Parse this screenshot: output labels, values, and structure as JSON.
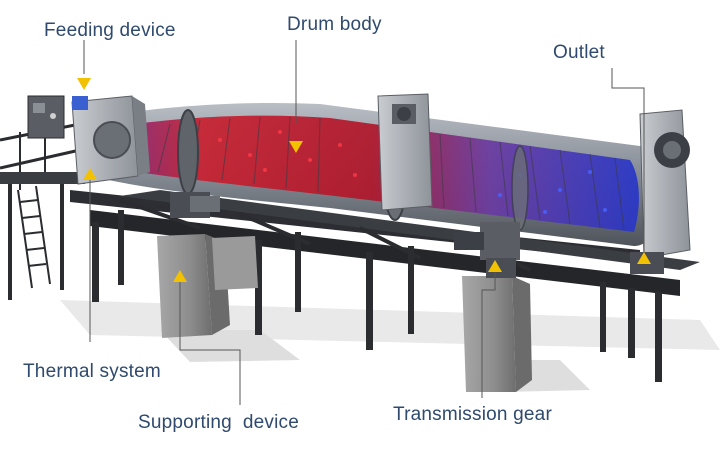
{
  "labels": {
    "feeding_device": "Feeding device",
    "drum_body": "Drum body",
    "outlet": "Outlet",
    "thermal_system": "Thermal system",
    "supporting_device": "Supporting  device",
    "transmission_gear": "Transmission gear"
  },
  "colors": {
    "label_text": "#2f4a6e",
    "leader_line": "#555555",
    "arrow_marker": "#f2c200",
    "steel": "#2a2c30",
    "drum": "#8c9198",
    "concrete": "#8f8f8f",
    "hot_particles": "#d81b2a",
    "cool_particles": "#2b3fd1"
  }
}
